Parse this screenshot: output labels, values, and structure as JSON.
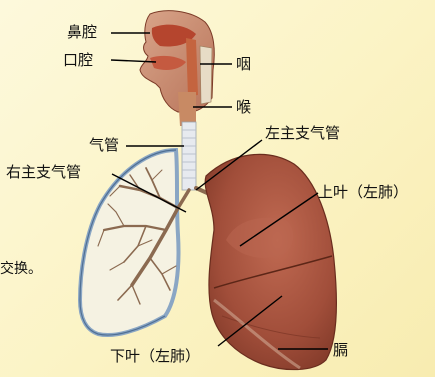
{
  "labels": {
    "nasal_cavity": "鼻腔",
    "oral_cavity": "口腔",
    "pharynx": "咽",
    "larynx": "喉",
    "trachea": "气管",
    "left_main_bronchus": "左主支气管",
    "right_main_bronchus": "右主支气管",
    "upper_lobe": "上叶（左肺）",
    "lower_lobe": "下叶（左肺）",
    "diaphragm": "膈"
  },
  "side_text": "交换。",
  "colors": {
    "background": "#fbf3c4",
    "lung_tissue": "#a5503c",
    "lung_outline_right": "#8aa6c4",
    "cartilage": "#e8ebf0",
    "leader_line": "#000000"
  }
}
